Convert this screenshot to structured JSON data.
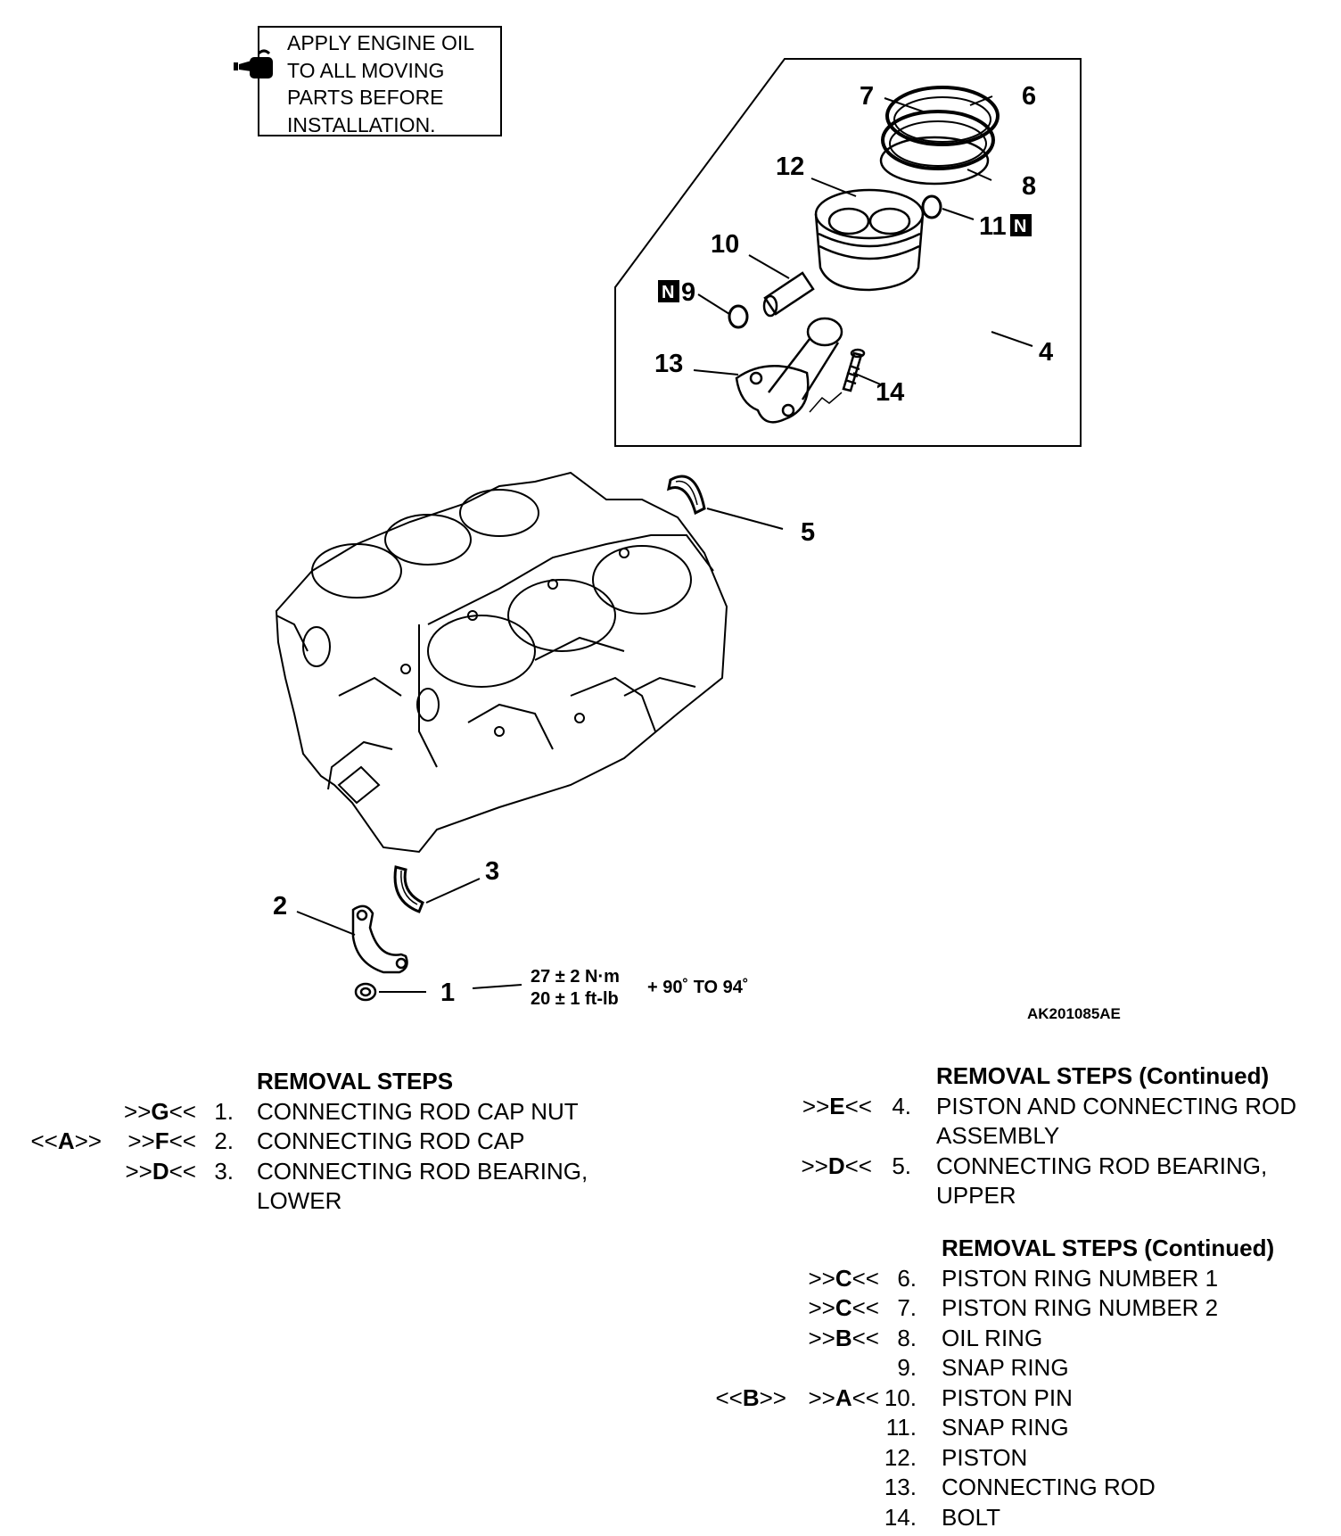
{
  "note": {
    "lines": [
      "APPLY ENGINE OIL",
      "TO ALL MOVING",
      "PARTS BEFORE",
      "INSTALLATION."
    ],
    "icon": "oil-can-icon"
  },
  "callouts": {
    "c1": "1",
    "c2": "2",
    "c3": "3",
    "c4": "4",
    "c5": "5",
    "c6": "6",
    "c7": "7",
    "c8": "8",
    "c9": "9",
    "c10": "10",
    "c11": "11",
    "c12": "12",
    "c13": "13",
    "c14": "14",
    "new_part_mark": "N"
  },
  "torque": {
    "metric": "27 ± 2 N·m",
    "imperial": "20 ± 1 ft-lb",
    "angle": "+ 90˚ TO 94˚"
  },
  "figure_id": "AK201085AE",
  "removal_steps_1": {
    "heading": "REMOVAL STEPS",
    "steps": [
      {
        "code_a": "",
        "code_b": ">>G<<",
        "num": "1.",
        "lines": [
          "CONNECTING ROD CAP NUT"
        ]
      },
      {
        "code_a": "<<A>>",
        "code_b": ">>F<<",
        "num": "2.",
        "lines": [
          "CONNECTING ROD CAP"
        ]
      },
      {
        "code_a": "",
        "code_b": ">>D<<",
        "num": "3.",
        "lines": [
          "CONNECTING ROD BEARING,",
          "LOWER"
        ]
      }
    ]
  },
  "removal_steps_2": {
    "heading": "REMOVAL STEPS (Continued)",
    "steps": [
      {
        "code_a": "",
        "code_b": ">>E<<",
        "num": "4.",
        "lines": [
          "PISTON AND CONNECTING ROD",
          "ASSEMBLY"
        ]
      },
      {
        "code_a": "",
        "code_b": ">>D<<",
        "num": "5.",
        "lines": [
          "CONNECTING ROD BEARING,",
          "UPPER"
        ]
      }
    ]
  },
  "removal_steps_3": {
    "heading": "REMOVAL STEPS (Continued)",
    "steps": [
      {
        "code_a": "",
        "code_b": ">>C<<",
        "num": "6.",
        "lines": [
          "PISTON RING NUMBER 1"
        ]
      },
      {
        "code_a": "",
        "code_b": ">>C<<",
        "num": "7.",
        "lines": [
          "PISTON RING NUMBER 2"
        ]
      },
      {
        "code_a": "",
        "code_b": ">>B<<",
        "num": "8.",
        "lines": [
          "OIL RING"
        ]
      },
      {
        "code_a": "",
        "code_b": "",
        "num": "9.",
        "lines": [
          "SNAP RING"
        ]
      },
      {
        "code_a": "<<B>>",
        "code_b": ">>A<<",
        "num": "10.",
        "lines": [
          "PISTON PIN"
        ]
      },
      {
        "code_a": "",
        "code_b": "",
        "num": "11.",
        "lines": [
          "SNAP RING"
        ]
      },
      {
        "code_a": "",
        "code_b": "",
        "num": "12.",
        "lines": [
          "PISTON"
        ]
      },
      {
        "code_a": "",
        "code_b": "",
        "num": "13.",
        "lines": [
          "CONNECTING ROD"
        ]
      },
      {
        "code_a": "",
        "code_b": "",
        "num": "14.",
        "lines": [
          "BOLT"
        ]
      }
    ]
  }
}
